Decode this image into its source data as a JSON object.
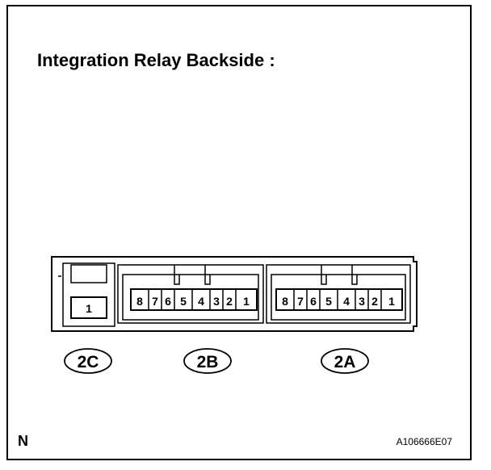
{
  "title": "Integration Relay Backside :",
  "corner_letter": "N",
  "figure_code": "A106666E07",
  "connectors": {
    "c2c": {
      "label": "2C",
      "pins": [
        "1"
      ]
    },
    "c2b": {
      "label": "2B",
      "pins": [
        "8",
        "7",
        "6",
        "5",
        "4",
        "3",
        "2",
        "1"
      ]
    },
    "c2a": {
      "label": "2A",
      "pins": [
        "8",
        "7",
        "6",
        "5",
        "4",
        "3",
        "2",
        "1"
      ]
    }
  }
}
